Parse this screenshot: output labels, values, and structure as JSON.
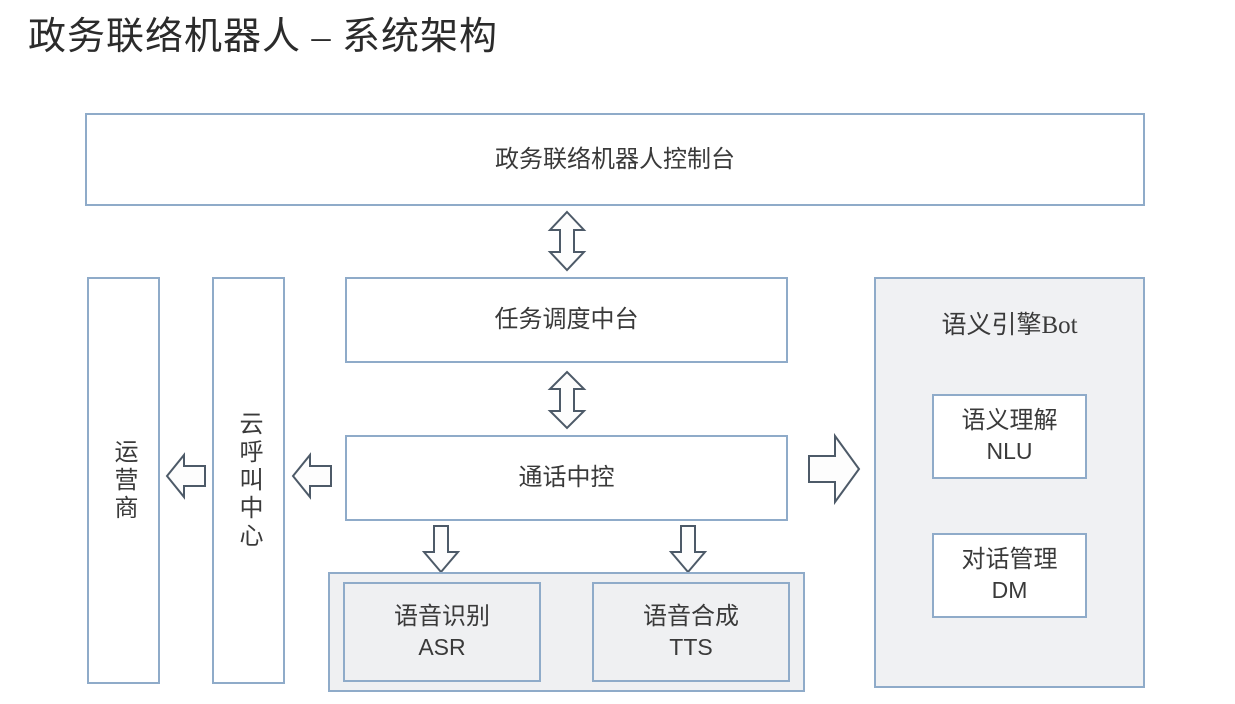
{
  "title": "政务联络机器人 – 系统架构",
  "console": {
    "label": "政务联络机器人控制台"
  },
  "left_column": {
    "carrier": {
      "label": "运营商"
    },
    "cloud_call_center": {
      "label": "云呼叫中心"
    }
  },
  "center_column": {
    "task_scheduler": {
      "label": "任务调度中台"
    },
    "call_control": {
      "label": "通话中控"
    },
    "speech": {
      "asr": {
        "line1": "语音识别",
        "line2": "ASR"
      },
      "tts": {
        "line1": "语音合成",
        "line2": "TTS"
      }
    }
  },
  "right_panel": {
    "title": "语义引擎Bot",
    "nlu": {
      "line1": "语义理解",
      "line2": "NLU"
    },
    "dm": {
      "line1": "对话管理",
      "line2": "DM"
    }
  },
  "arrows": {
    "console_to_scheduler": "double-vertical-arrow",
    "scheduler_to_call_control": "double-vertical-arrow",
    "call_control_to_cloud": "left-arrow",
    "cloud_to_carrier": "left-arrow",
    "call_control_to_bot": "right-arrow",
    "call_control_to_asr": "down-arrow",
    "call_control_to_tts": "down-arrow"
  },
  "colors": {
    "border": "#8fabc9",
    "panel_fill": "#f0f1f3",
    "arrow_stroke": "#4d5a68",
    "text": "#3a3a3a",
    "title_text": "#2b2b2b"
  }
}
